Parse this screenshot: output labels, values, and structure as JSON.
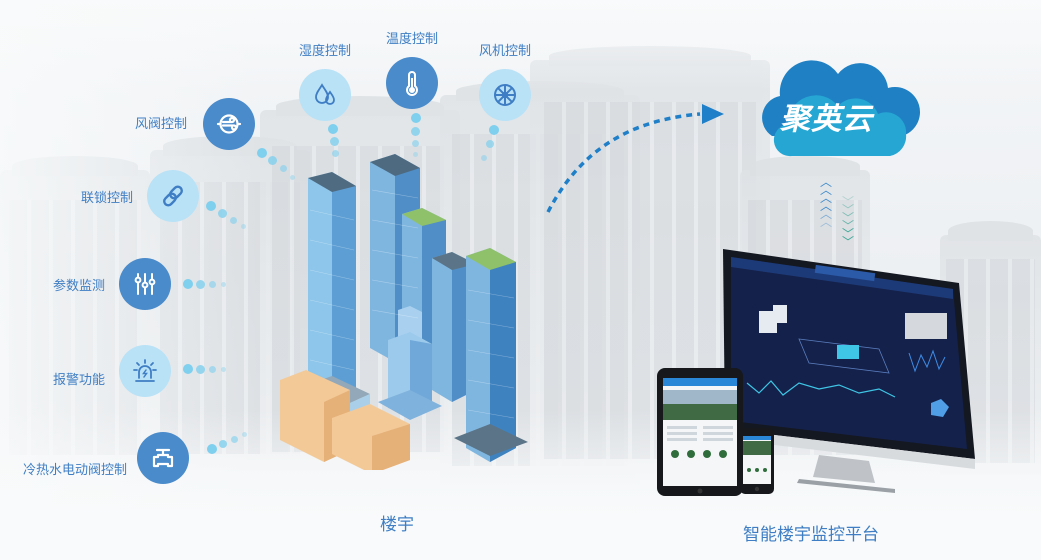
{
  "colors": {
    "accent_dark": "#4a8bcb",
    "accent_light": "#b9e2f7",
    "label_text": "#3f7ec4",
    "dot": "#7fcfee",
    "cloud_back": "#1f80c4",
    "cloud_front": "#25a6d3",
    "arrow": "#1f7fc8"
  },
  "features": [
    {
      "id": "damper",
      "label": "风阀控制",
      "icon": "air-damper-icon",
      "style": "dark"
    },
    {
      "id": "interlock",
      "label": "联锁控制",
      "icon": "chain-link-icon",
      "style": "light"
    },
    {
      "id": "params",
      "label": "参数监测",
      "icon": "sliders-icon",
      "style": "dark"
    },
    {
      "id": "alarm",
      "label": "报警功能",
      "icon": "alarm-beacon-icon",
      "style": "light"
    },
    {
      "id": "valve",
      "label": "冷热水电动阀控制",
      "icon": "valve-icon",
      "style": "dark"
    },
    {
      "id": "humidity",
      "label": "湿度控制",
      "icon": "water-drops-icon",
      "style": "light"
    },
    {
      "id": "temperature",
      "label": "温度控制",
      "icon": "thermometer-icon",
      "style": "dark"
    },
    {
      "id": "fan",
      "label": "风机控制",
      "icon": "fan-icon",
      "style": "light"
    }
  ],
  "cloud": {
    "label": "聚英云"
  },
  "captions": {
    "building": "楼宇",
    "platform": "智能楼宇监控平台"
  }
}
